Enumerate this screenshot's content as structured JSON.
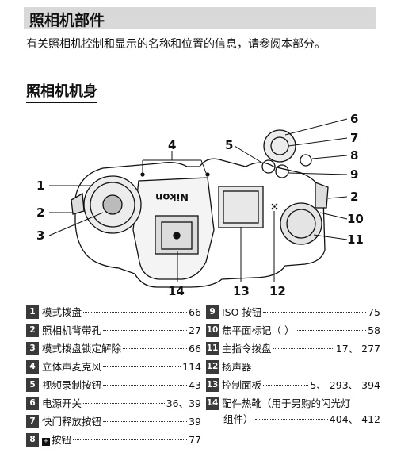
{
  "page": {
    "title": "照相机部件",
    "intro": "有关照相机控制和显示的名称和位置的信息，请参阅本部分。",
    "section_title": "照相机机身"
  },
  "diagram": {
    "brand": "Nikon",
    "callouts": [
      "1",
      "2",
      "3",
      "4",
      "5",
      "6",
      "7",
      "8",
      "9",
      "10",
      "11",
      "12",
      "13",
      "14",
      "2"
    ]
  },
  "legend_left": [
    {
      "num": "1",
      "name": "模式拨盘",
      "page": "66"
    },
    {
      "num": "2",
      "name": "照相机背带孔",
      "page": "27"
    },
    {
      "num": "3",
      "name": "模式拨盘锁定解除",
      "page": "66"
    },
    {
      "num": "4",
      "name": "立体声麦克风",
      "page": "114"
    },
    {
      "num": "5",
      "name": "视频录制按钮",
      "page": "43"
    },
    {
      "num": "6",
      "name": "电源开关",
      "page": "36、39"
    },
    {
      "num": "7",
      "name": "快门释放按钮",
      "page": "39"
    },
    {
      "num": "8",
      "name": "按钮",
      "page": "77"
    }
  ],
  "legend_right": [
    {
      "num": "9",
      "name": "ISO 按钮",
      "page": "75"
    },
    {
      "num": "10",
      "name": "焦平面标记（ ）",
      "page": "58"
    },
    {
      "num": "11",
      "name": "主指令拨盘",
      "page": "17、 277"
    },
    {
      "num": "12",
      "name": "扬声器",
      "page": ""
    },
    {
      "num": "13",
      "name": "控制面板",
      "page": "5、 293、 394"
    }
  ],
  "legend_right_multi": {
    "num": "14",
    "line1": "配件热靴（用于另购的闪光灯",
    "line2": "组件）",
    "page": "404、 412"
  }
}
